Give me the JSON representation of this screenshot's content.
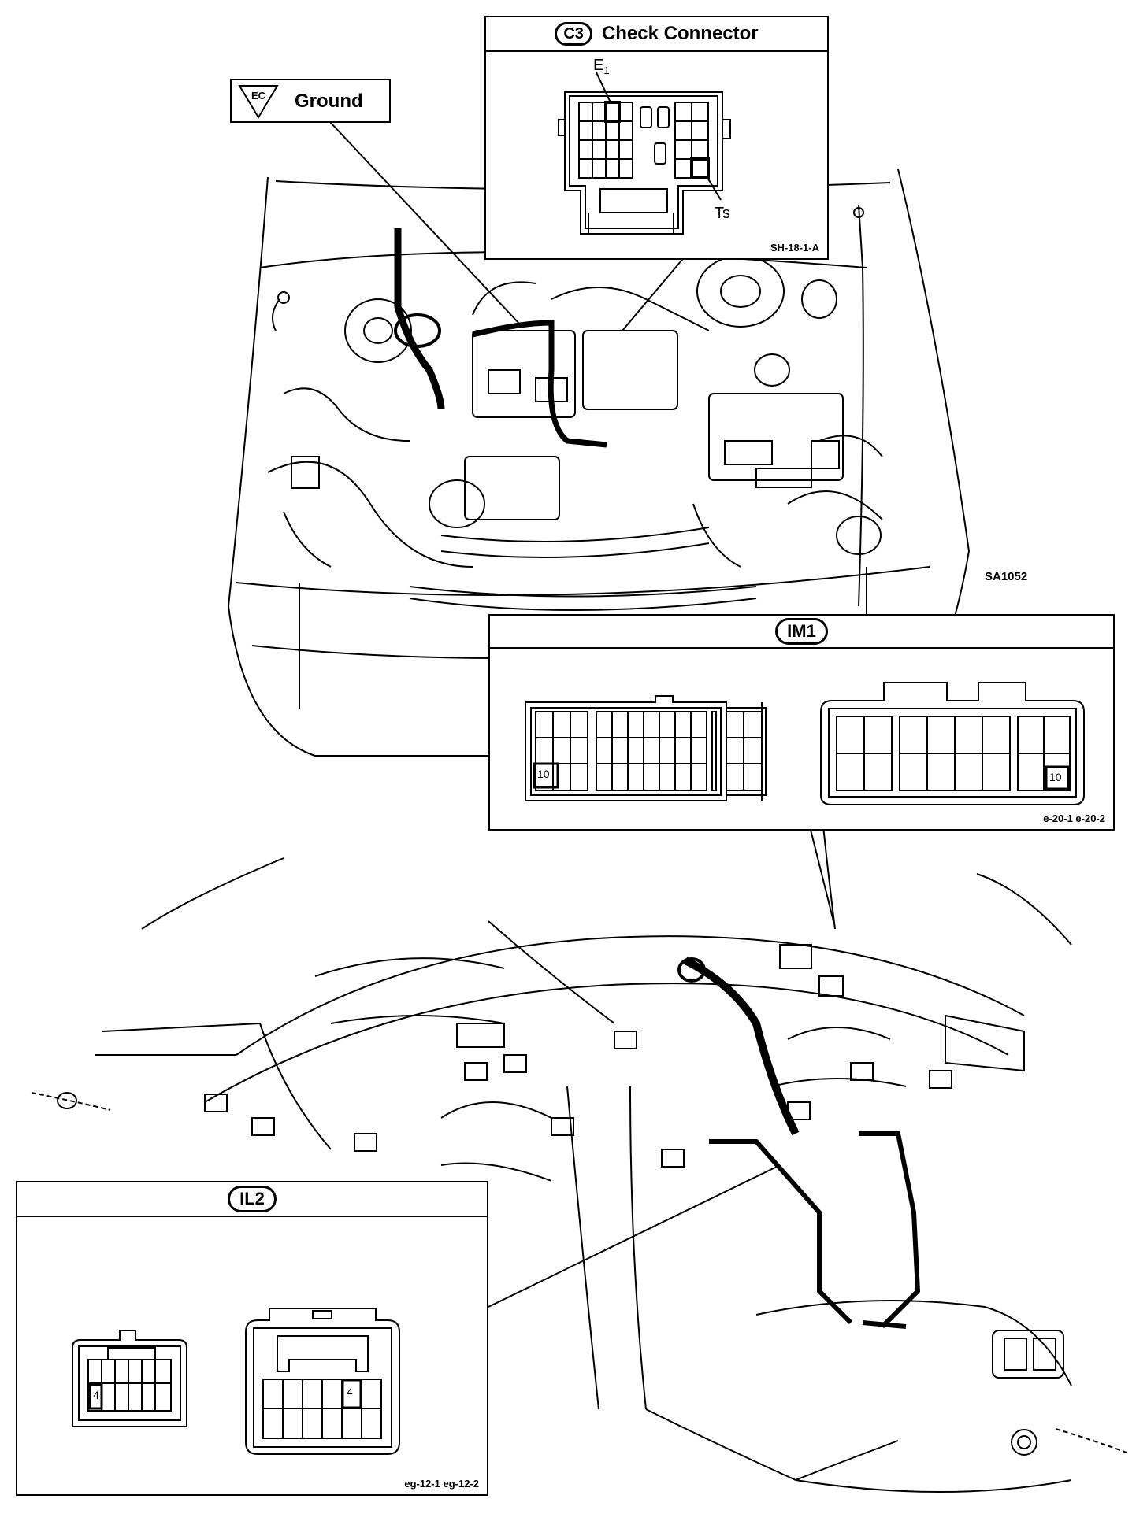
{
  "ground": {
    "badge": "EC",
    "label": "Ground"
  },
  "c3": {
    "badge": "C3",
    "title": "Check Connector",
    "pin_e": "E",
    "pin_e_sub": "1",
    "pin_ts": "Ts",
    "code": "SH-18-1-A"
  },
  "figure_code": "SA1052",
  "im1": {
    "badge": "IM1",
    "pin_left": "10",
    "pin_right": "10",
    "codes": "e-20-1  e-20-2"
  },
  "il2": {
    "badge": "IL2",
    "pin_left": "4",
    "pin_right": "4",
    "codes": "eg-12-1 eg-12-2"
  },
  "colors": {
    "line": "#000000",
    "background": "#ffffff"
  }
}
